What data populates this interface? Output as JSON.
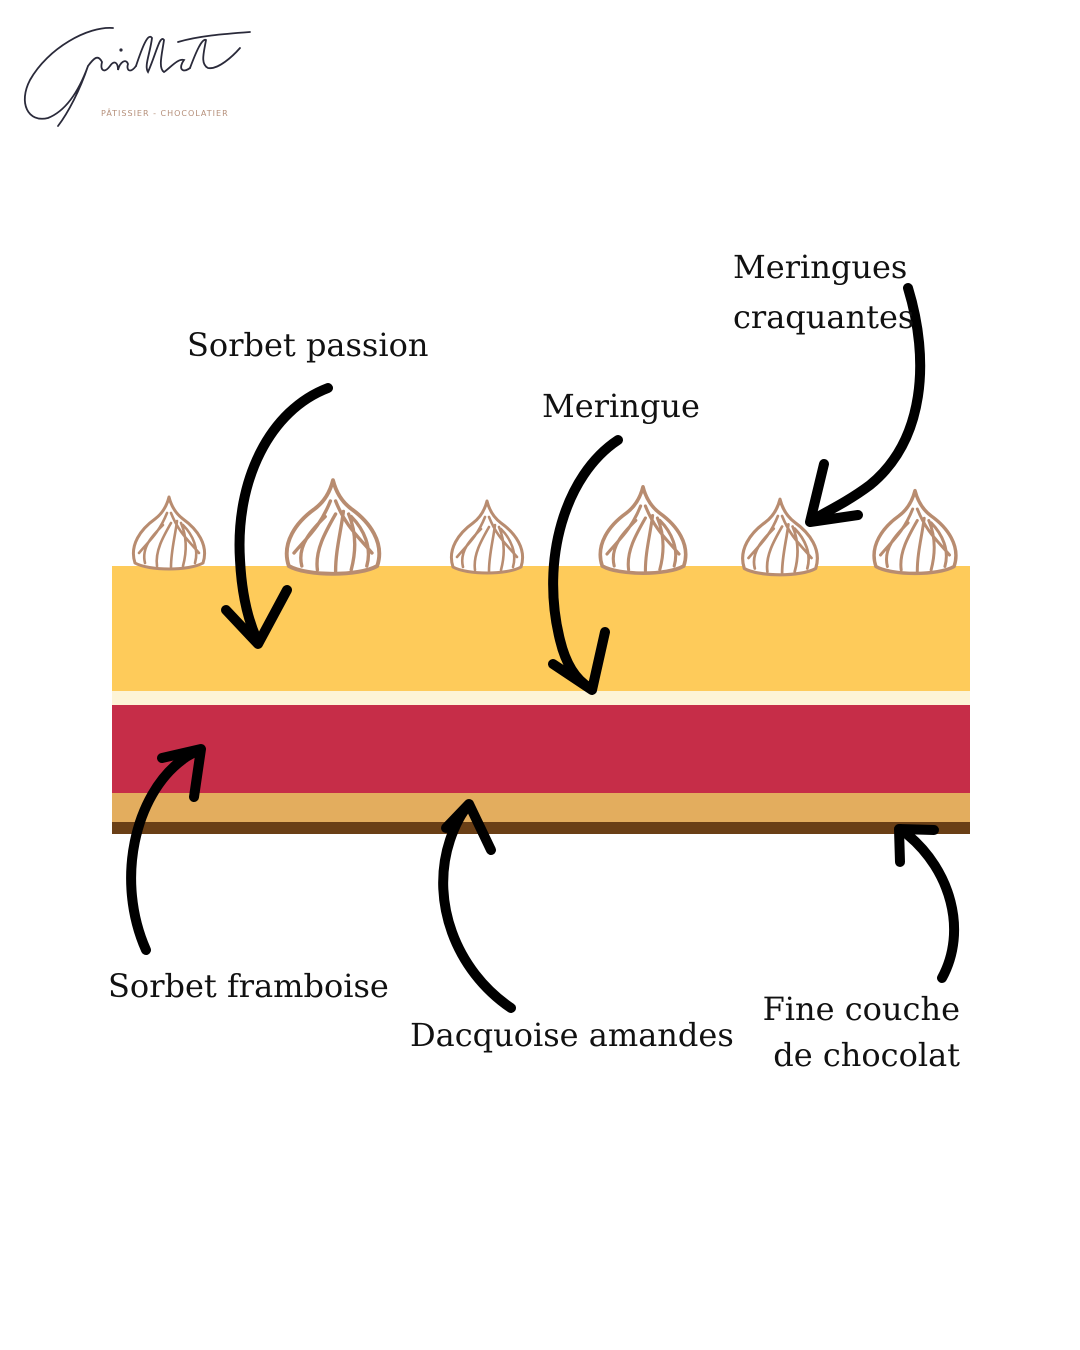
{
  "brand": {
    "logo_text": "Guillet",
    "tagline": "PÂTISSIER - CHOCOLATIER"
  },
  "colors": {
    "passion": "#fecb5a",
    "meringue_layer": "#fdf4d6",
    "framboise": "#c62d48",
    "dacquoise": "#e3ad5e",
    "chocolat": "#6a3f16",
    "meringue_outline": "#b88c70",
    "arrow": "#000000"
  },
  "labels": {
    "sorbet_passion": "Sorbet passion",
    "meringue": "Meringue",
    "meringues_craquantes_1": "Meringues",
    "meringues_craquantes_2": "craquantes",
    "sorbet_framboise": "Sorbet framboise",
    "dacquoise_amandes": "Dacquoise amandes",
    "fine_couche_1": "Fine couche",
    "fine_couche_2": "de chocolat"
  }
}
